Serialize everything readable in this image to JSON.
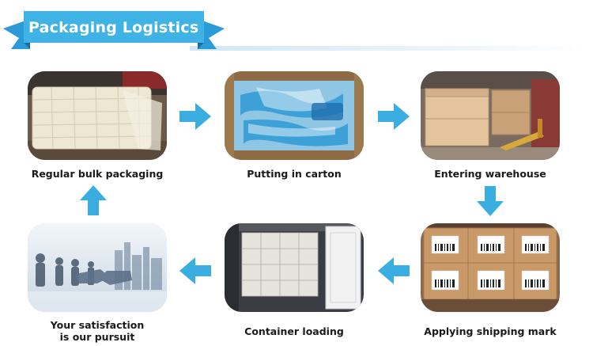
{
  "title": "Packaging Logistics",
  "colors": {
    "banner": "#3fb3e5",
    "banner_dark": "#1f86bf",
    "arrow": "#3aaee0",
    "label_text": "#1a1a1a"
  },
  "steps": [
    {
      "label": "Regular bulk packaging",
      "photo": "bulk-packaging-photo"
    },
    {
      "label": "Putting in carton",
      "photo": "carton-photo"
    },
    {
      "label": "Entering warehouse",
      "photo": "warehouse-photo"
    },
    {
      "label": "Applying shipping mark",
      "photo": "shipping-mark-photo"
    },
    {
      "label": "Container loading",
      "photo": "container-loading-photo"
    },
    {
      "label_line1": "Your satisfaction",
      "label_line2": "is our pursuit",
      "photo": "handshake-photo"
    }
  ],
  "arrows": [
    "arrow-right-icon",
    "arrow-right-icon",
    "arrow-down-icon",
    "arrow-left-icon",
    "arrow-left-icon",
    "arrow-up-icon"
  ]
}
